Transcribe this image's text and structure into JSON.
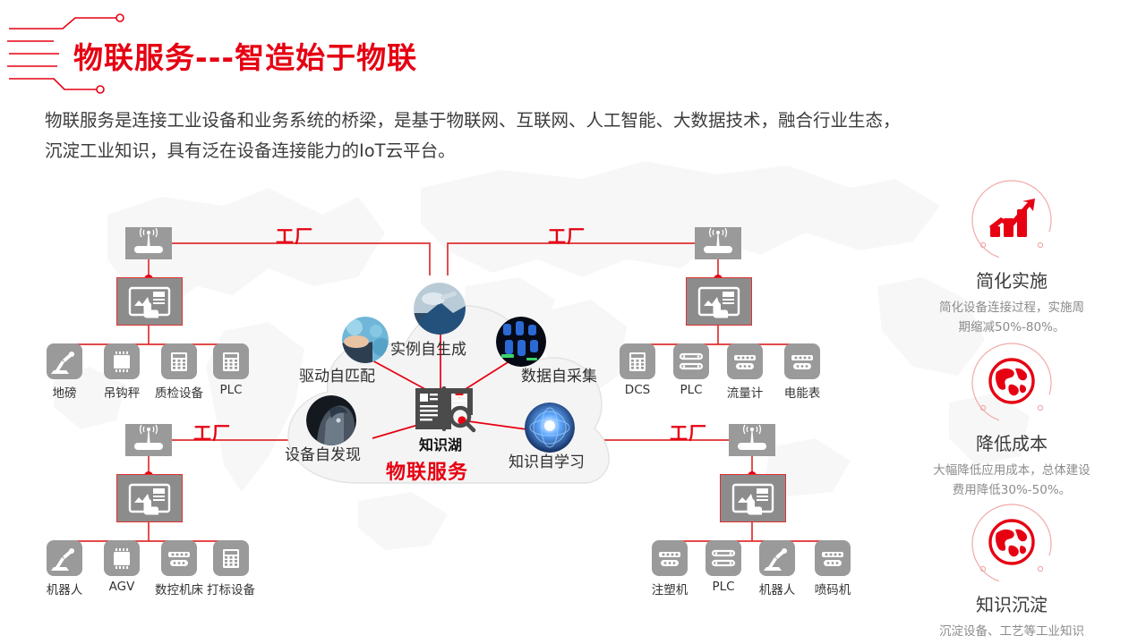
{
  "page": {
    "title": "物联服务---智造始于物联",
    "intro_line1": "物联服务是连接工业设备和业务系统的桥梁，是基于物联网、互联网、人工智能、大数据技术，融合行业生态，",
    "intro_line2": "沉淀工业知识，具有泛在设备连接能力的IoT云平台。",
    "accent_color": "#e60012",
    "device_gray": "#9a9a9a",
    "hmi_gray": "#8c8c8c"
  },
  "cloud": {
    "brand": "物联服务",
    "center_label": "知识湖",
    "center_icon": "book-search-icon",
    "nodes": [
      {
        "label": "实例自生成",
        "icon": "instance-photo"
      },
      {
        "label": "驱动自匹配",
        "icon": "driver-photo"
      },
      {
        "label": "数据自采集",
        "icon": "data-photo"
      },
      {
        "label": "设备自发现",
        "icon": "device-photo"
      },
      {
        "label": "知识自学习",
        "icon": "knowledge-photo"
      }
    ]
  },
  "factories": [
    {
      "id": "factory-top-left",
      "label": "工厂",
      "router_icon": "wifi-router-icon",
      "hmi_icon": "hmi-touch-panel-icon",
      "devices": [
        {
          "label": "地磅",
          "icon": "robot-arm-icon"
        },
        {
          "label": "吊钩秤",
          "icon": "chip-icon"
        },
        {
          "label": "质检设备",
          "icon": "keypad-icon"
        },
        {
          "label": "PLC",
          "icon": "keypad-icon"
        }
      ]
    },
    {
      "id": "factory-bottom-left",
      "label": "工厂",
      "router_icon": "wifi-router-icon",
      "hmi_icon": "hmi-touch-panel-icon",
      "devices": [
        {
          "label": "机器人",
          "icon": "robot-arm-icon"
        },
        {
          "label": "AGV",
          "icon": "chip-icon"
        },
        {
          "label": "数控机床",
          "icon": "controller-icon"
        },
        {
          "label": "打标设备",
          "icon": "keypad-icon"
        }
      ]
    },
    {
      "id": "factory-top-right",
      "label": "工厂",
      "router_icon": "wifi-router-icon",
      "hmi_icon": "hmi-touch-panel-icon",
      "devices": [
        {
          "label": "DCS",
          "icon": "keypad-icon"
        },
        {
          "label": "PLC",
          "icon": "terminal-block-icon"
        },
        {
          "label": "流量计",
          "icon": "controller-icon"
        },
        {
          "label": "电能表",
          "icon": "controller-icon"
        }
      ]
    },
    {
      "id": "factory-bottom-right",
      "label": "工厂",
      "router_icon": "wifi-router-icon",
      "hmi_icon": "hmi-touch-panel-icon",
      "devices": [
        {
          "label": "注塑机",
          "icon": "controller-icon"
        },
        {
          "label": "PLC",
          "icon": "terminal-block-icon"
        },
        {
          "label": "机器人",
          "icon": "robot-arm-icon"
        },
        {
          "label": "喷码机",
          "icon": "controller-icon"
        }
      ]
    }
  ],
  "features": [
    {
      "icon": "growth-chart-icon",
      "title": "简化实施",
      "desc_line1": "简化设备连接过程，实施周",
      "desc_line2": "期缩减50%-80%。"
    },
    {
      "icon": "globe-icon",
      "title": "降低成本",
      "desc_line1": "大幅降低应用成本，总体建设",
      "desc_line2": "费用降低30%-50%。"
    },
    {
      "icon": "globe-icon",
      "title": "知识沉淀",
      "desc_line1": "沉淀设备、工艺等工业知识",
      "desc_line2": ""
    }
  ]
}
